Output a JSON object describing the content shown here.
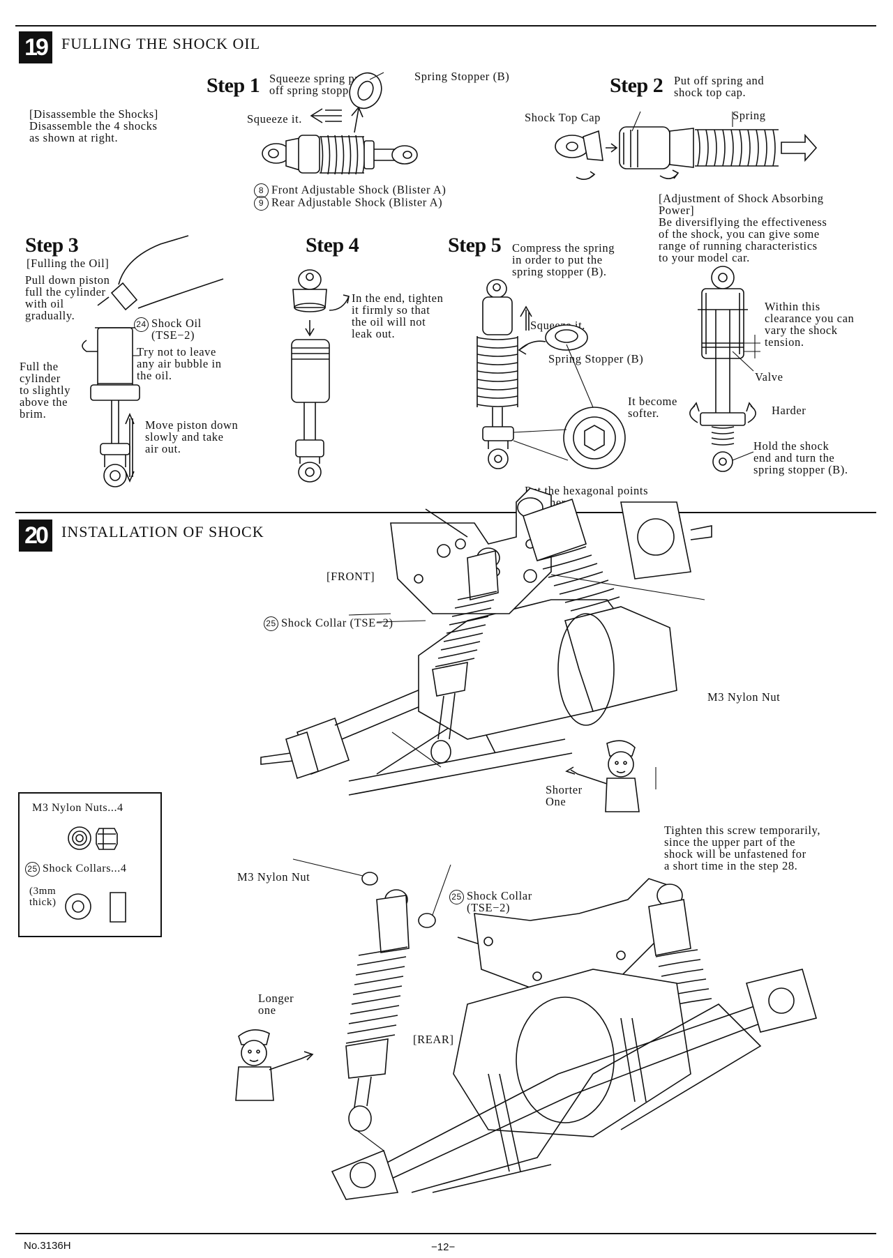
{
  "section19": {
    "number": "19",
    "title": "FULLING THE SHOCK OIL",
    "disassemble_text": "[Disassemble the Shocks]\nDisassemble the 4 shocks\nas shown at right.",
    "step1": {
      "label": "Step",
      "num": "1",
      "text": "Squeeze spring put\noff spring stopper.",
      "spring_stopper": "Spring Stopper (B)",
      "squeeze": "Squeeze it.",
      "front_shock": "Front Adjustable Shock (Blister A)",
      "rear_shock": "Rear Adjustable Shock (Blister A)",
      "front_num": "8",
      "rear_num": "9"
    },
    "step2": {
      "label": "Step",
      "num": "2",
      "text": "Put off spring and\nshock top cap.",
      "top_cap": "Shock Top Cap",
      "spring": "Spring"
    },
    "adjustment_text": "[Adjustment of Shock Absorbing\nPower]\nBe diversiflying the effectiveness\nof the shock, you can give some\nrange of running characteristics\nto your model car.",
    "step3": {
      "label": "Step",
      "num": "3",
      "subtitle": "[Fulling the Oil]",
      "pull_text": "Pull down piston\nfull the cylinder\nwith oil\ngradually.",
      "oil_num": "24",
      "oil_label": "Shock Oil\n(TSE−2)",
      "bubble_text": "Try not to leave\nany air bubble in\nthe oil.",
      "full_text": "Full the\ncylinder\nto slightly\nabove the\nbrim.",
      "move_text": "Move piston down\nslowly and take\nair out."
    },
    "step4": {
      "label": "Step",
      "num": "4",
      "text": "In the end, tighten\nit firmly so that\nthe oil will not\nleak out."
    },
    "step5": {
      "label": "Step",
      "num": "5",
      "text": "Compress the spring\nin order to put the\nspring stopper (B).",
      "squeeze": "Squeeze it.",
      "spring_stopper": "Spring Stopper (B)",
      "hex_text": "Put the hexagonal points\ntogether."
    },
    "adjust": {
      "clearance": "Within this\nclearance you can\nvary the shock\ntension.",
      "valve": "Valve",
      "softer": "It become\nsofter.",
      "harder": "Harder",
      "hold": "Hold the shock\nend and turn the\nspring stopper (B)."
    }
  },
  "section20": {
    "number": "20",
    "title": "INSTALLATION OF SHOCK",
    "front_label": "[FRONT]",
    "collar_num": "25",
    "collar_front": "Shock Collar (TSE−2)",
    "nylon_nut_front": "M3 Nylon Nut",
    "shorter": "Shorter\nOne",
    "parts_box": {
      "nuts": "M3 Nylon Nuts...4",
      "collars_num": "25",
      "collars": "Shock Collars...4",
      "thick": "(3mm\nthick)"
    },
    "tighten_text": "Tighten this screw temporarily,\nsince the upper part of the\nshock will be unfastened for\na short time in the step 28.",
    "nylon_nut_rear": "M3 Nylon Nut",
    "collar_rear": "Shock Collar\n(TSE−2)",
    "longer": "Longer\none",
    "rear_label": "[REAR]"
  },
  "footer": {
    "model_no": "No.3136H",
    "page": "−12−"
  }
}
